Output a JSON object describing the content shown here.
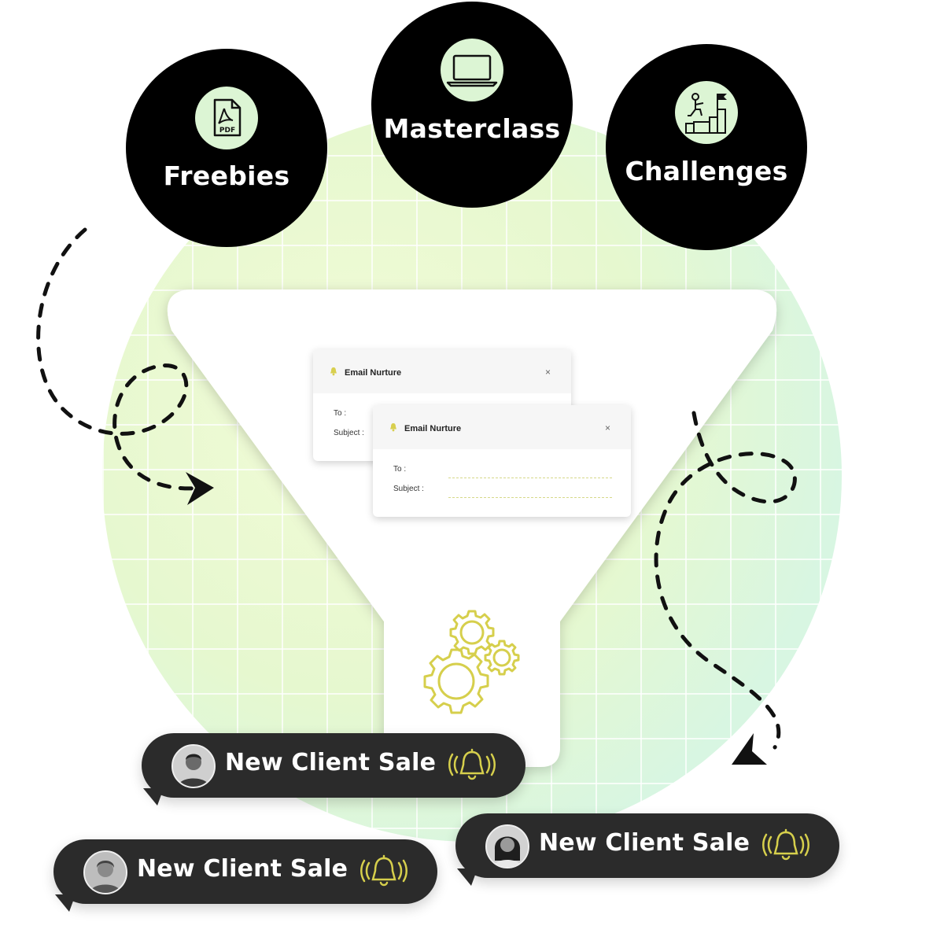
{
  "categories": [
    {
      "label": "Freebies",
      "icon": "pdf-file-icon"
    },
    {
      "label": "Masterclass",
      "icon": "laptop-icon"
    },
    {
      "label": "Challenges",
      "icon": "climbing-steps-icon"
    }
  ],
  "pdf_icon_text": "PDF",
  "email_cards": [
    {
      "title": "Email Nurture",
      "to_label": "To :",
      "subject_label": "Subject :",
      "close": "×"
    },
    {
      "title": "Email Nurture",
      "to_label": "To :",
      "subject_label": "Subject :",
      "close": "×"
    }
  ],
  "sales": [
    {
      "label": "New Client Sale"
    },
    {
      "label": "New Client Sale"
    },
    {
      "label": "New Client Sale"
    }
  ],
  "colors": {
    "black": "#000000",
    "accent_yellow": "#c9c94a",
    "bubble": "#2b2b2b",
    "mint": "#dcf5d4"
  }
}
